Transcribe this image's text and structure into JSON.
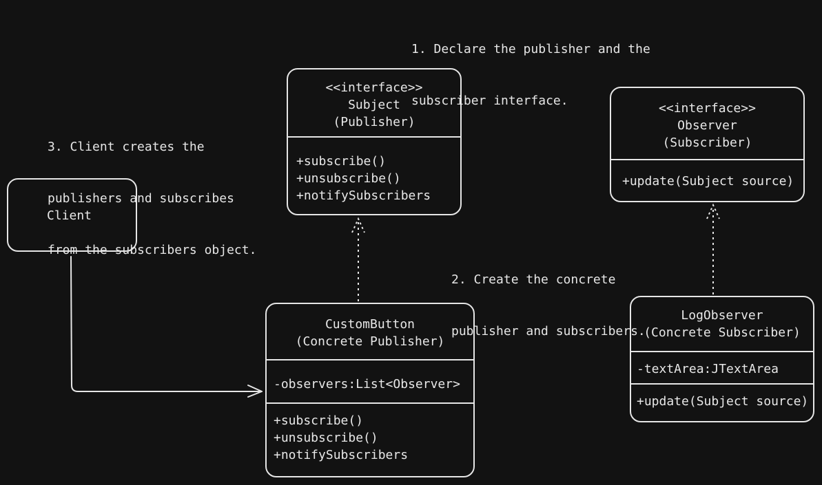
{
  "notes": {
    "step1": [
      "1. Declare the publisher and the",
      "subscriber interface."
    ],
    "step2": [
      "2. Create the concrete",
      "publisher and subscribers."
    ],
    "step3": [
      "3. Client creates the",
      "publishers and subscribes",
      "from the subscribers object."
    ]
  },
  "subject": {
    "header": [
      "<<interface>>",
      "Subject",
      "(Publisher)"
    ],
    "methods": [
      "+subscribe()",
      "+unsubscribe()",
      "+notifySubscribers"
    ]
  },
  "observer": {
    "header": [
      "<<interface>>",
      "Observer",
      "(Subscriber)"
    ],
    "methods": [
      "+update(Subject source)"
    ]
  },
  "client": {
    "label": "Client"
  },
  "custom_button": {
    "header": [
      "CustomButton",
      "(Concrete Publisher)"
    ],
    "fields": [
      "-observers:List<Observer>"
    ],
    "methods": [
      "+subscribe()",
      "+unsubscribe()",
      "+notifySubscribers"
    ]
  },
  "log_observer": {
    "header": [
      "LogObserver",
      "(Concrete Subscriber)"
    ],
    "fields": [
      "-textArea:JTextArea"
    ],
    "methods": [
      "+update(Subject source)"
    ]
  },
  "colors": {
    "background": "#121212",
    "stroke": "#e6e6e6"
  }
}
